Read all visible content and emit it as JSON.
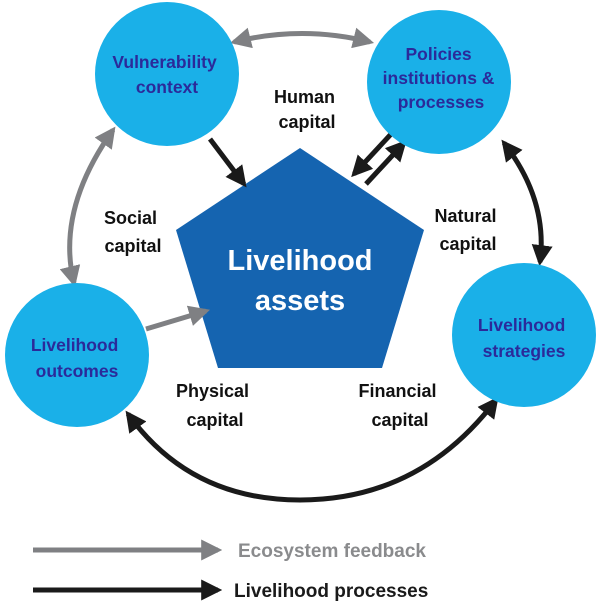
{
  "center": {
    "line1": "Livelihood",
    "line2": "assets"
  },
  "nodes": {
    "vulnerability": [
      "Vulnerability",
      "context"
    ],
    "policies": [
      "Policies",
      "institutions &",
      "processes"
    ],
    "strategies": [
      "Livelihood",
      "strategies"
    ],
    "outcomes": [
      "Livelihood",
      "outcomes"
    ]
  },
  "capitals": {
    "human": [
      "Human",
      "capital"
    ],
    "social": [
      "Social",
      "capital"
    ],
    "natural": [
      "Natural",
      "capital"
    ],
    "physical": [
      "Physical",
      "capital"
    ],
    "financial": [
      "Financial",
      "capital"
    ]
  },
  "legend": {
    "ecosystem": "Ecosystem feedback",
    "livelihood": "Livelihood processes"
  },
  "colors": {
    "circle": "#1ab0e8",
    "pentagon": "#1564b0",
    "node_text": "#2b2a9a",
    "center_text": "#ffffff",
    "label_text": "#111111",
    "gray_arrow": "#7f8083",
    "black_arrow": "#1a1a1a",
    "legend_gray_text": "#8a8b8d"
  }
}
